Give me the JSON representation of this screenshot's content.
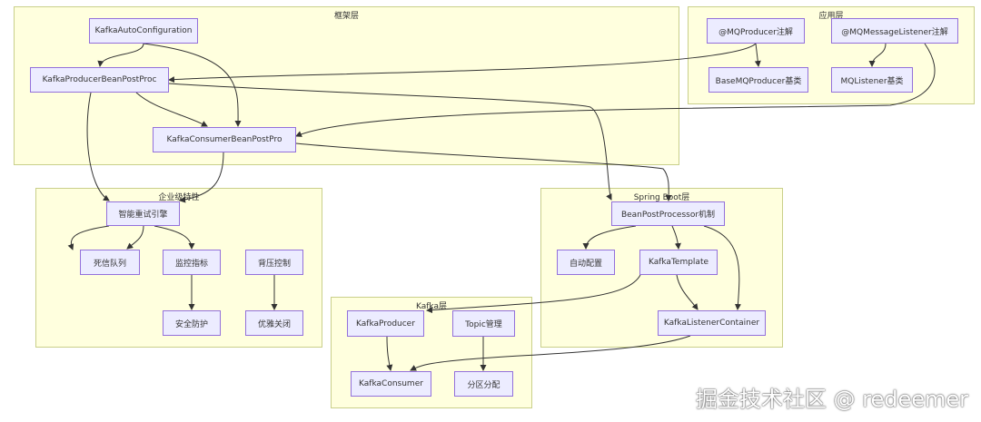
{
  "groups": {
    "framework": "框架层",
    "app": "应用层",
    "enterprise": "企业级特性",
    "springboot": "Spring Boot层",
    "kafka": "Kafka层"
  },
  "nodes": {
    "kafka_auto_config": "KafkaAutoConfiguration",
    "producer_bpp": "KafkaProducerBeanPostProc",
    "consumer_bpp": "KafkaConsumerBeanPostPro",
    "mq_producer_anno": "@MQProducer注解",
    "mq_listener_anno": "@MQMessageListener注解",
    "base_mq_producer": "BaseMQProducer基类",
    "mq_listener_base": "MQListener基类",
    "retry_engine": "智能重试引擎",
    "dead_letter": "死信队列",
    "monitor": "监控指标",
    "backpressure": "背压控制",
    "safe_protect": "安全防护",
    "graceful_close": "优雅关闭",
    "bean_post_processor": "BeanPostProcessor机制",
    "auto_config": "自动配置",
    "kafka_template": "KafkaTemplate",
    "listener_container": "KafkaListenerContainer",
    "kafka_producer": "KafkaProducer",
    "topic_mgmt": "Topic管理",
    "kafka_consumer": "KafkaConsumer",
    "partition_assign": "分区分配"
  },
  "watermark": "掘金技术社区 @ redeemer"
}
